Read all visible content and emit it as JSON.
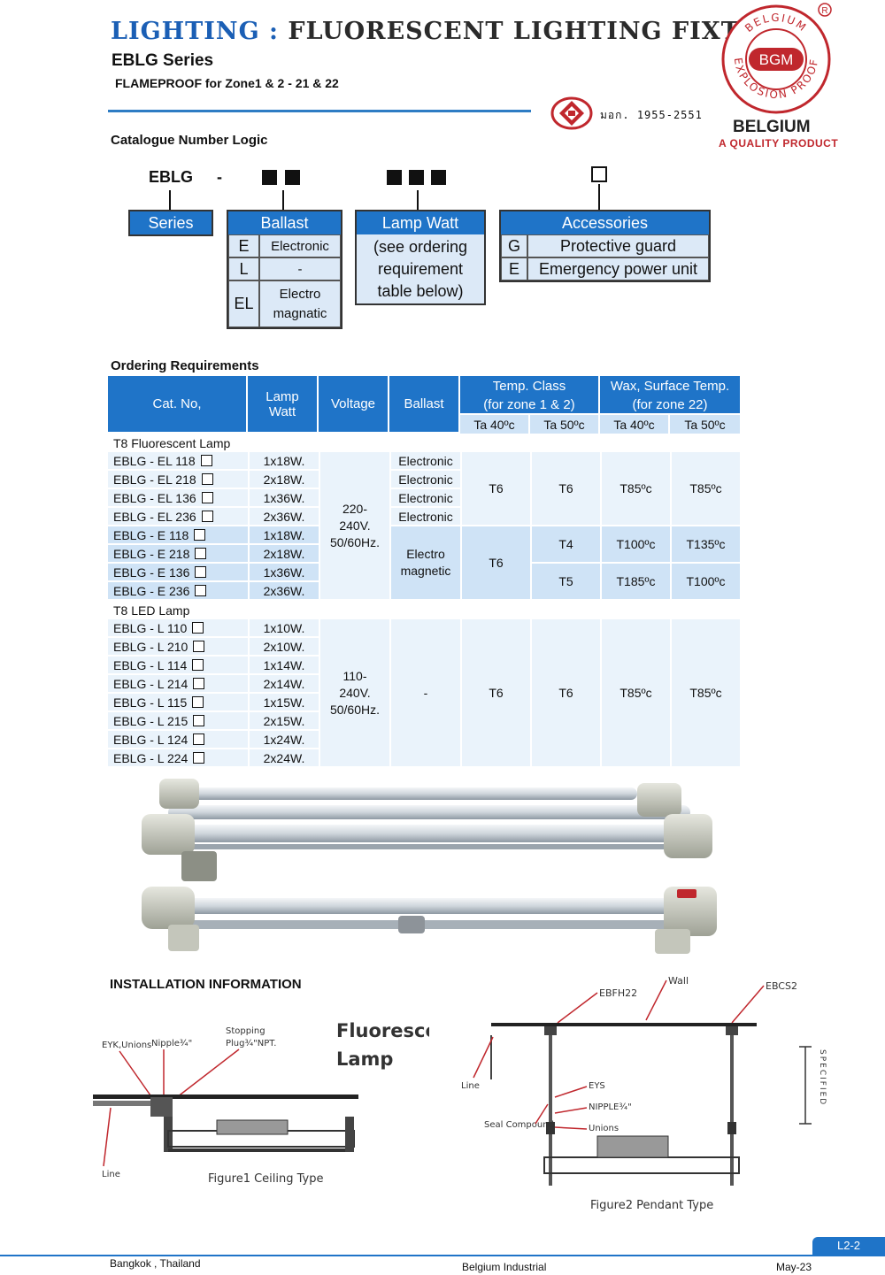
{
  "header": {
    "title_part1": "LIGHTING :",
    "title_part2": "FLUORESCENT LIGHTING FIXTURE",
    "series": "EBLG Series",
    "subtitle": "FLAMEPROOF for Zone1 & 2 - 21 & 22",
    "tis_text": "มอก. 1955-2551",
    "logo_ring_top": "BELGIUM",
    "logo_ring_bottom": "EXPLOSION PROOF",
    "logo_center": "BGM",
    "logo_mark": "R",
    "brand": "BELGIUM",
    "tagline": "A QUALITY PRODUCT",
    "colors": {
      "accent_blue": "#1f74c8",
      "brand_red": "#c0272d"
    }
  },
  "catalogue": {
    "heading": "Catalogue Number Logic",
    "prefix": "EBLG",
    "dash": "-",
    "series_label": "Series",
    "ballast": {
      "label": "Ballast",
      "rows": [
        {
          "code": "E",
          "desc": "Electronic"
        },
        {
          "code": "L",
          "desc": "-"
        },
        {
          "code": "EL",
          "desc": "Electro magnatic"
        }
      ]
    },
    "lamp_watt": {
      "label": "Lamp Watt",
      "line1": "(see ordering",
      "line2": "requirement",
      "line3": "table below)"
    },
    "accessories": {
      "label": "Accessories",
      "rows": [
        {
          "code": "G",
          "desc": "Protective guard"
        },
        {
          "code": "E",
          "desc": "Emergency power unit"
        }
      ]
    }
  },
  "ordering": {
    "heading": "Ordering Requirements",
    "headers": {
      "cat": "Cat. No,",
      "lamp": "Lamp Watt",
      "voltage": "Voltage",
      "ballast": "Ballast",
      "temp_class": "Temp. Class",
      "temp_class_sub": "(for zone 1 & 2)",
      "wax": "Wax, Surface Temp.",
      "wax_sub": "(for zone 22)",
      "ta40": "Ta 40ºc",
      "ta50": "Ta 50ºc"
    },
    "section1": "T8 Fluorescent Lamp",
    "section2": "T8 LED Lamp",
    "fluoro_rows": [
      {
        "cat": "EBLG - EL 118",
        "watt": "1x18W."
      },
      {
        "cat": "EBLG - EL 218",
        "watt": "2x18W."
      },
      {
        "cat": "EBLG - EL 136",
        "watt": "1x36W."
      },
      {
        "cat": "EBLG - EL 236",
        "watt": "2x36W."
      },
      {
        "cat": "EBLG - E 118",
        "watt": "1x18W."
      },
      {
        "cat": "EBLG - E 218",
        "watt": "2x18W."
      },
      {
        "cat": "EBLG - E 136",
        "watt": "1x36W."
      },
      {
        "cat": "EBLG - E 236",
        "watt": "2x36W."
      }
    ],
    "fluoro_voltage": [
      "220-",
      "240V.",
      "50/60Hz."
    ],
    "fluoro_ballast_electronic": "Electronic",
    "fluoro_ballast_magnetic": [
      "Electro",
      "magnetic"
    ],
    "fluoro_g1": {
      "t40": "T6",
      "t50": "T6",
      "w40": "T85ºc",
      "w50": "T85ºc"
    },
    "fluoro_g2": {
      "t40": "T6",
      "t50a": "T4",
      "w40a": "T100ºc",
      "w50a": "T135ºc",
      "t50b": "T5",
      "w40b": "T185ºc",
      "w50b": "T100ºc"
    },
    "led_rows": [
      {
        "cat": "EBLG - L 110",
        "watt": "1x10W."
      },
      {
        "cat": "EBLG - L 210",
        "watt": "2x10W."
      },
      {
        "cat": "EBLG - L 114",
        "watt": "1x14W."
      },
      {
        "cat": "EBLG - L 214",
        "watt": "2x14W."
      },
      {
        "cat": "EBLG - L 115",
        "watt": "1x15W."
      },
      {
        "cat": "EBLG - L 215",
        "watt": "2x15W."
      },
      {
        "cat": "EBLG - L 124",
        "watt": "1x24W."
      },
      {
        "cat": "EBLG - L 224",
        "watt": "2x24W."
      }
    ],
    "led_voltage": [
      "110-",
      "240V.",
      "50/60Hz."
    ],
    "led": {
      "ballast": "-",
      "t40": "T6",
      "t50": "T6",
      "w40": "T85ºc",
      "w50": "T85ºc"
    }
  },
  "installation": {
    "heading": "INSTALLATION INFORMATION",
    "fig1": {
      "title1": "Fluorescent",
      "title2": "Lamp",
      "l_eyk": "EYK,Unions",
      "l_nipple": "Nipple¾\"",
      "l_stop1": "Stopping",
      "l_stop2": "Plug¾\"NPT.",
      "l_line": "Line",
      "caption": "Figure1 Ceiling Type"
    },
    "fig2": {
      "l_ebfh": "EBFH22",
      "l_wall": "Wall",
      "l_ebcs": "EBCS2",
      "l_line": "Line",
      "l_eys": "EYS",
      "l_nipple": "NIPPLE¾\"",
      "l_unions": "Unions",
      "l_seal": "Seal Compound",
      "l_spec": "SPECIFIED",
      "caption": "Figure2 Pendant Type"
    }
  },
  "footer": {
    "left": "Bangkok , Thailand",
    "center": "Belgium Industrial",
    "right": "May-23",
    "page": "L2-2"
  }
}
